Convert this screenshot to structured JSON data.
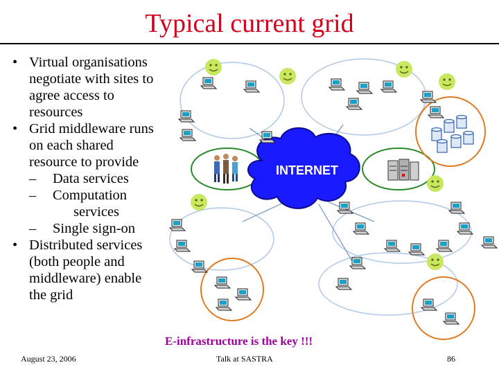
{
  "slide": {
    "title": "Typical current grid",
    "bullets": [
      {
        "level": 1,
        "lines": [
          "Virtual organisations",
          "negotiate with sites to",
          "agree access to",
          "resources"
        ]
      },
      {
        "level": 1,
        "lines": [
          "Grid middleware runs",
          "on each shared",
          "resource to provide"
        ]
      },
      {
        "level": 2,
        "lines": [
          "Data services"
        ]
      },
      {
        "level": 2,
        "lines": [
          "Computation",
          "services"
        ]
      },
      {
        "level": 2,
        "lines": [
          "Single sign-on"
        ]
      },
      {
        "level": 1,
        "lines": [
          "Distributed services",
          "(both people and",
          "middleware) enable",
          "the grid"
        ]
      }
    ],
    "diagram": {
      "cloud_label": "INTERNET",
      "colors": {
        "cloud": "#1a1aff",
        "network_ring": "#b0c8e8",
        "organisation_ring": "#e07a20",
        "link_ring": "#2a8a2a",
        "smiley": "#c8e860"
      }
    },
    "key_message": "E-infrastructure is the key !!!",
    "footer": {
      "date": "August 23, 2006",
      "talk": "Talk at SASTRA",
      "page": "86"
    },
    "colors": {
      "title": "#d4001c",
      "key_message": "#a000a0"
    }
  }
}
